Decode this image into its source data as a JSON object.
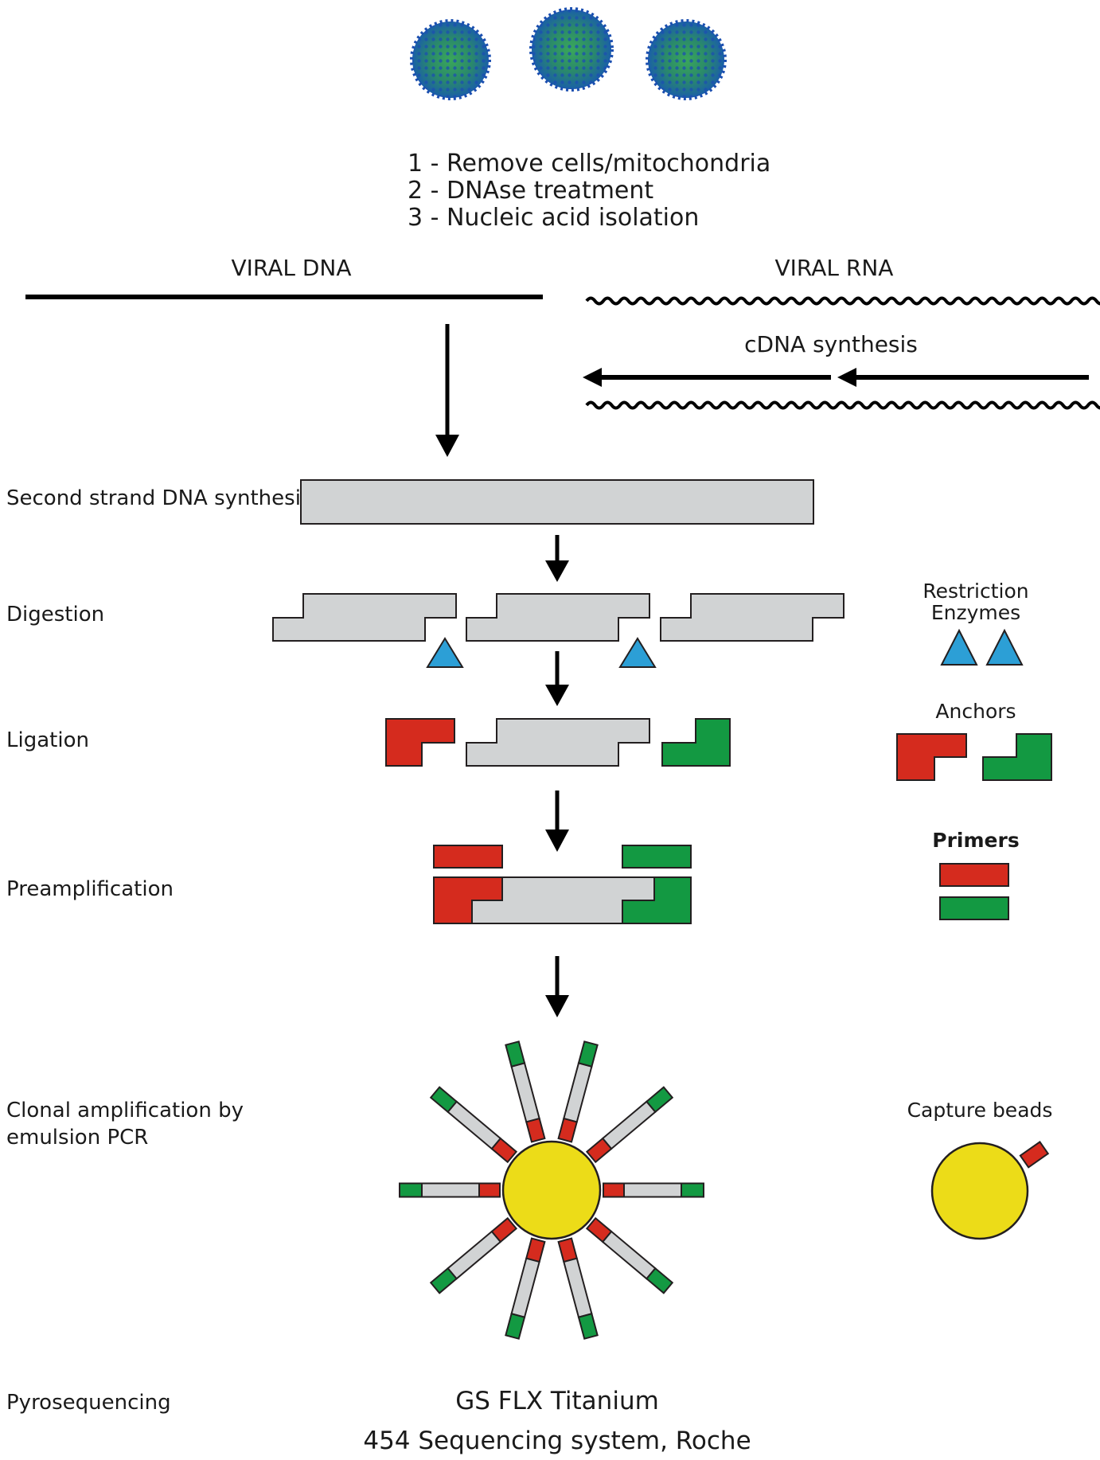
{
  "steps": [
    "1 - Remove cells/mitochondria",
    "2 - DNAse treatment",
    "3 - Nucleic acid isolation"
  ],
  "viral_dna_label": "VIRAL DNA",
  "viral_rna_label": "VIRAL RNA",
  "cdna_label": "cDNA synthesis",
  "stages": {
    "second_strand": "Second strand DNA synthesis",
    "digestion": "Digestion",
    "ligation": "Ligation",
    "preamplification": "Preamplification",
    "clonal_line1": "Clonal amplification by",
    "clonal_line2": "emulsion PCR",
    "pyrosequencing": "Pyrosequencing"
  },
  "legend": {
    "restriction_line1": "Restriction",
    "restriction_line2": "Enzymes",
    "anchors": "Anchors",
    "primers": "Primers",
    "capture_beads": "Capture beads"
  },
  "platform_line1": "GS FLX Titanium",
  "platform_line2": "454 Sequencing system, Roche",
  "colors": {
    "fragment": "#d1d3d4",
    "red_anchor": "#d52b1e",
    "green_anchor": "#139942",
    "enzyme": "#2c9fd6",
    "bead": "#ecdc18",
    "virus": "#1e7fb0"
  },
  "icons": [
    "virus-particle-icon",
    "restriction-enzyme-icon",
    "capture-bead-icon"
  ]
}
